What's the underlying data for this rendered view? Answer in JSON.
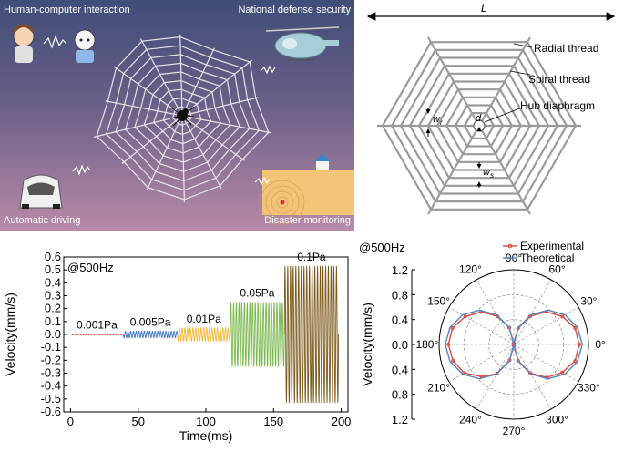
{
  "panel_a": {
    "labels": {
      "hci": "Human-computer interaction",
      "defense": "National defense security",
      "driving": "Automatic driving",
      "disaster": "Disaster monitoring"
    },
    "icons": [
      "children-talking-robot-icon",
      "helicopter-icon",
      "car-icon",
      "house-icon",
      "spider-icon"
    ]
  },
  "panel_b": {
    "length_symbol": "L",
    "radial_thread": "Radial thread",
    "spiral_thread": "Spiral thread",
    "hub": "Hub diaphragm",
    "wr_main": "w",
    "wr_sub": "r",
    "d": "d",
    "ws_main": "w",
    "ws_sub": "s"
  },
  "chart_data": [
    {
      "type": "line",
      "annotation": "@500Hz",
      "xlabel": "Time(ms)",
      "ylabel": "Velocity(mm/s)",
      "xlim": [
        -5,
        205
      ],
      "ylim": [
        -0.6,
        0.6
      ],
      "xticks": [
        0,
        50,
        100,
        150,
        200
      ],
      "yticks": [
        -0.6,
        -0.5,
        -0.4,
        -0.3,
        -0.2,
        -0.1,
        0.0,
        0.1,
        0.2,
        0.3,
        0.4,
        0.5,
        0.6
      ],
      "ytick_labels": [
        "-0.6",
        "-0.5",
        "-0.4",
        "-0.3",
        "-0.2",
        "-0.1",
        "0.0",
        "0.1",
        "0.2",
        "0.3",
        "0.4",
        "0.5",
        "0.6"
      ],
      "segments": [
        {
          "name": "0.001Pa",
          "x_start": 0,
          "x_end": 39,
          "amplitude": 0.005,
          "color": "#e0473a"
        },
        {
          "name": "0.005Pa",
          "x_start": 39,
          "x_end": 79,
          "amplitude": 0.025,
          "color": "#3d73c5"
        },
        {
          "name": "0.01Pa",
          "x_start": 79,
          "x_end": 118,
          "amplitude": 0.05,
          "color": "#f2b833"
        },
        {
          "name": "0.05Pa",
          "x_start": 118,
          "x_end": 158,
          "amplitude": 0.25,
          "color": "#79b84d"
        },
        {
          "name": "0.1Pa",
          "x_start": 158,
          "x_end": 198,
          "amplitude": 0.53,
          "color": "#7b5a1c"
        }
      ]
    },
    {
      "type": "polar",
      "annotation": "@500Hz",
      "ylabel": "Velocity(mm/s)",
      "rlim": [
        0,
        1.2
      ],
      "r_tick_labels": [
        "1.2",
        "0.8",
        "0.4",
        "0.0",
        "0.4",
        "0.8",
        "1.2"
      ],
      "angle_labels": [
        "0°",
        "30°",
        "60°",
        "90°",
        "120°",
        "150°",
        "180°",
        "210°",
        "240°",
        "270°",
        "300°",
        "330°"
      ],
      "angles_deg": [
        0,
        30,
        60,
        90,
        120,
        150,
        180,
        210,
        240,
        270,
        300,
        330
      ],
      "series": [
        {
          "name": "Experimental",
          "color": "#e0473a",
          "angles_deg": [
            0,
            15,
            30,
            45,
            60,
            75,
            90,
            105,
            120,
            135,
            150,
            165,
            180,
            195,
            210,
            225,
            240,
            255,
            270,
            285,
            300,
            315,
            330,
            345,
            360
          ],
          "r": [
            1.05,
            1.02,
            0.9,
            0.74,
            0.52,
            0.27,
            0.02,
            0.28,
            0.52,
            0.74,
            0.9,
            1.02,
            1.05,
            1.01,
            0.92,
            0.73,
            0.54,
            0.26,
            0.02,
            0.27,
            0.53,
            0.75,
            0.9,
            1.02,
            1.05
          ]
        },
        {
          "name": "Theoretical",
          "color": "#4f86c6",
          "angles_deg": [
            0,
            15,
            30,
            45,
            60,
            75,
            90,
            105,
            120,
            135,
            150,
            165,
            180,
            195,
            210,
            225,
            240,
            255,
            270,
            285,
            300,
            315,
            330,
            345,
            360
          ],
          "r": [
            1.1,
            1.06,
            0.95,
            0.78,
            0.55,
            0.28,
            0.0,
            0.28,
            0.55,
            0.78,
            0.95,
            1.06,
            1.1,
            1.06,
            0.95,
            0.78,
            0.55,
            0.28,
            0.0,
            0.28,
            0.55,
            0.78,
            0.95,
            1.06,
            1.1
          ]
        }
      ]
    }
  ]
}
